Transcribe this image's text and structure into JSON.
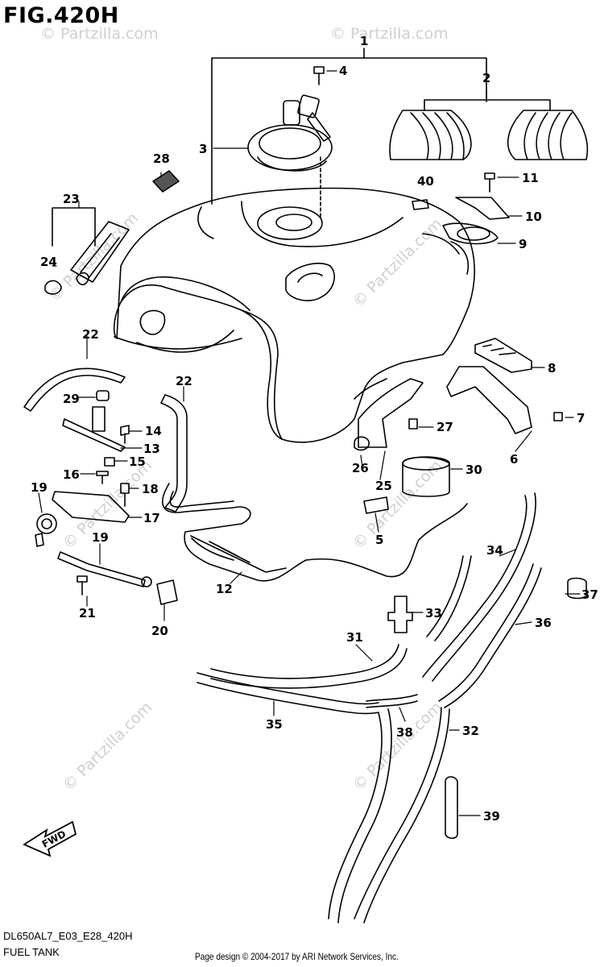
{
  "header": {
    "title": "FIG.420H"
  },
  "footer": {
    "code": "DL650AL7_E03_E28_420H",
    "name": "FUEL TANK",
    "credit": "Page design © 2004-2017 by ARI Network Services, Inc."
  },
  "watermark": "© Partzilla.com",
  "fwd_label": "FWD",
  "callouts": [
    "1",
    "2",
    "3",
    "4",
    "5",
    "6",
    "7",
    "8",
    "9",
    "10",
    "11",
    "12",
    "13",
    "14",
    "15",
    "16",
    "17",
    "18",
    "19",
    "19",
    "20",
    "21",
    "22",
    "22",
    "23",
    "24",
    "25",
    "26",
    "27",
    "28",
    "29",
    "30",
    "31",
    "32",
    "33",
    "34",
    "35",
    "36",
    "37",
    "38",
    "39",
    "40"
  ]
}
